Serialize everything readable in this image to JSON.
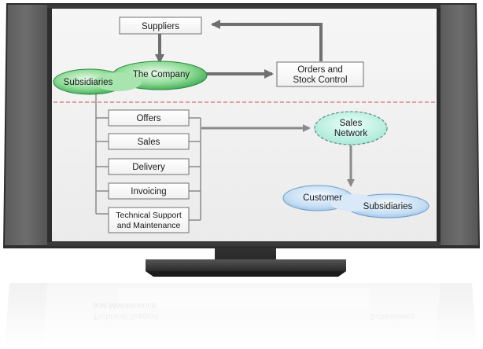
{
  "diagram": {
    "top": {
      "suppliers": "Suppliers",
      "company": "The Company",
      "subsidiaries": "Subsidiaries",
      "orders_line1": "Orders and",
      "orders_line2": "Stock Control"
    },
    "departments": {
      "offers": "Offers",
      "sales": "Sales",
      "delivery": "Delivery",
      "invoicing": "Invoicing",
      "support_line1": "Technical Support",
      "support_line2": "and Maintenance"
    },
    "network": {
      "sales_line1": "Sales",
      "sales_line2": "Network",
      "customer": "Customer",
      "customer_subsidiaries": "Subsidiaries"
    }
  },
  "colors": {
    "company_green": "#2fa84a",
    "company_green_light": "#e6f7e8",
    "sales_network_teal": "#bff0e3",
    "customer_blue": "#9ec6ea",
    "divider_red": "#d04a4a",
    "connector_gray": "#8a8a8a"
  }
}
